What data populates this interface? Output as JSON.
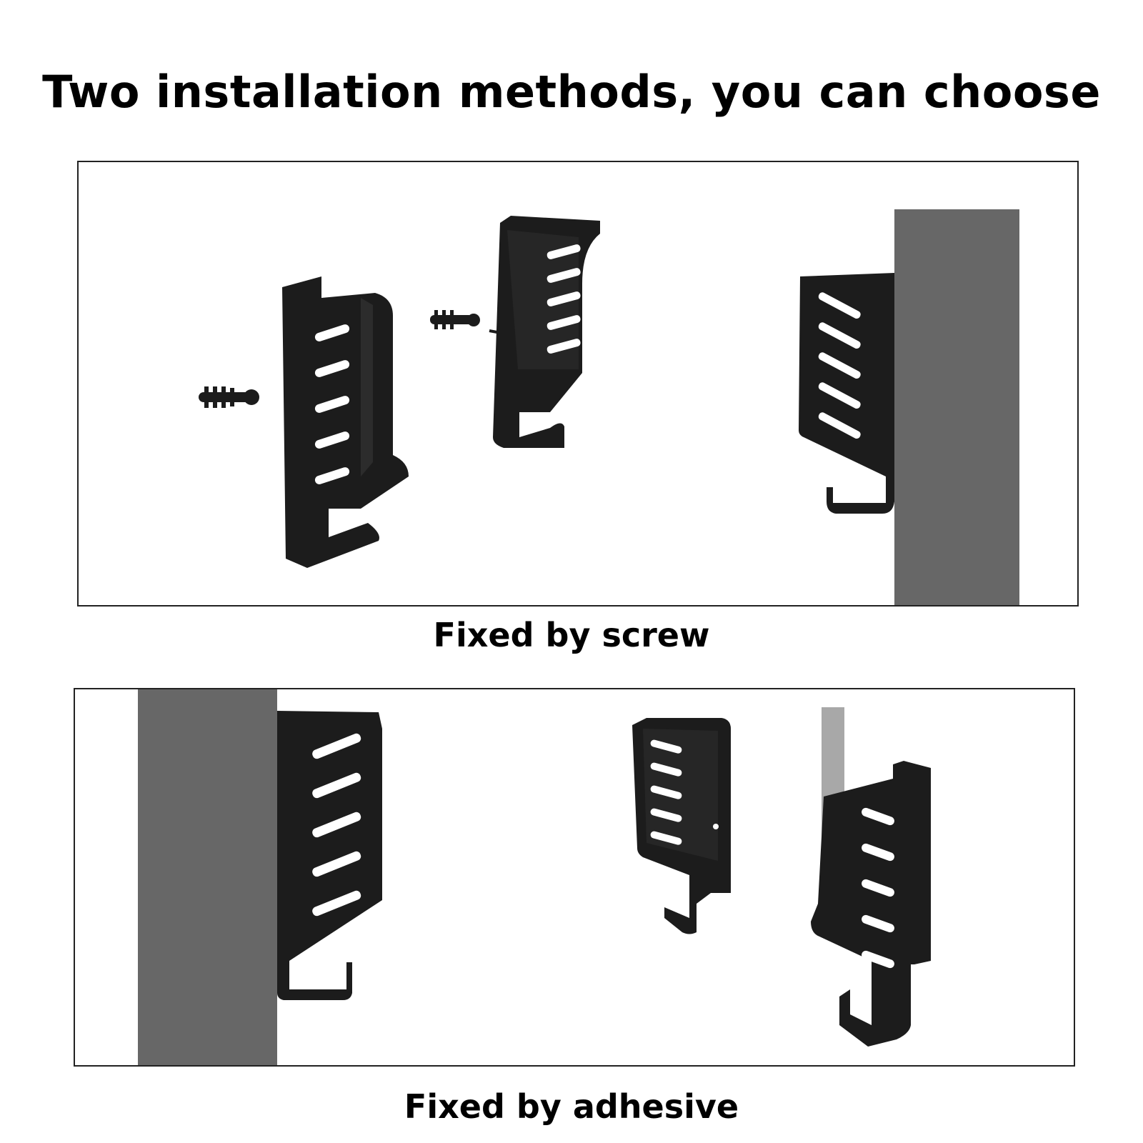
{
  "heading": "Two installation methods, you can choose",
  "methods": [
    {
      "id": "screw",
      "caption": "Fixed by screw"
    },
    {
      "id": "adhesive",
      "caption": "Fixed by adhesive"
    }
  ],
  "colors": {
    "bracket": "#1c1c1c",
    "bracket_edge": "#3a3a3a",
    "wall": "#676767",
    "adhesive_strip": "#a8a8a8",
    "panel_border": "#222222"
  },
  "icons": [
    "bracket-icon",
    "wall-anchor-icon",
    "nail-icon",
    "wall-icon",
    "adhesive-strip-icon"
  ]
}
